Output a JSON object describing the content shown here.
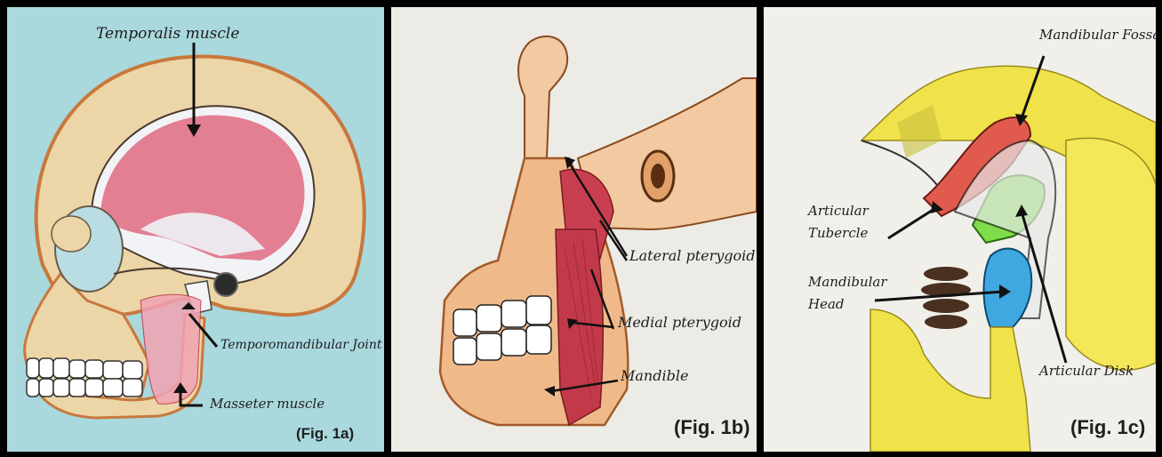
{
  "panels": [
    {
      "figure_label": "(Fig. 1a)",
      "labels": {
        "temporalis": "Temporalis muscle",
        "tmj": "Temporomandibular Joint",
        "masseter": "Masseter muscle"
      }
    },
    {
      "figure_label": "(Fig. 1b)",
      "labels": {
        "lateral": "Lateral pterygoid",
        "medial": "Medial pterygoid",
        "mandible": "Mandible"
      }
    },
    {
      "figure_label": "(Fig. 1c)",
      "labels": {
        "fossa": "Mandibular Fossa",
        "tubercle_1": "Articular",
        "tubercle_2": "Tubercle",
        "head_1": "Mandibular",
        "head_2": "Head",
        "disk": "Articular Disk"
      }
    }
  ],
  "colors": {
    "bone": "#ecd6a8",
    "bone_outline": "#c8783c",
    "muscle": "#d94b5e",
    "muscle_dark": "#b8323e",
    "disk_green": "#7fdc4a",
    "head_blue": "#3fa8e0",
    "bone_yellow": "#f0e24a",
    "panel1_bg": "#a9d8dd"
  }
}
